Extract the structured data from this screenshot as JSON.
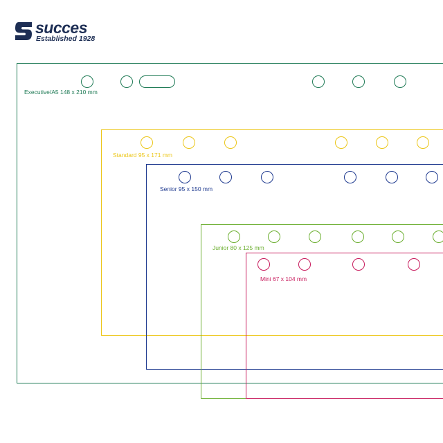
{
  "brand": {
    "name": "succes",
    "tagline": "Established 1928",
    "color": "#1d2e54"
  },
  "formats": [
    {
      "key": "executive",
      "label": "Executive/A5 148 x 210 mm",
      "color": "#1e7a55"
    },
    {
      "key": "standard",
      "label": "Standard 95 x 171 mm",
      "color": "#ecc617"
    },
    {
      "key": "senior",
      "label": "Senior 95 x 150 mm",
      "color": "#1f3a8f"
    },
    {
      "key": "junior",
      "label": "Junior 80 x 125 mm",
      "color": "#6bae2f"
    },
    {
      "key": "mini",
      "label": "Mini 67 x 104 mm",
      "color": "#c81a5c"
    }
  ]
}
